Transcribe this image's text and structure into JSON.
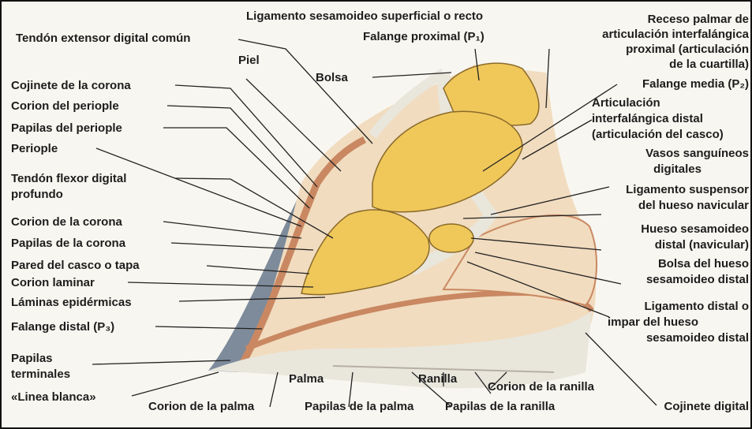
{
  "labels": {
    "lig_sesamoideo_sup": "Ligamento sesamoideo superficial o recto",
    "falange_proximal": "Falange proximal (P₁)",
    "receso_palmar_1": "Receso palmar de",
    "receso_palmar_2": "articulación interfalángica",
    "receso_palmar_3": "proximal (articulación",
    "receso_palmar_4": "de la cuartilla)",
    "tendon_extensor": "Tendón extensor digital común",
    "piel": "Piel",
    "bolsa": "Bolsa",
    "cojinete_corona": "Cojinete de la corona",
    "corion_periople": "Corion del periople",
    "papilas_periople": "Papilas del periople",
    "periople": "Periople",
    "tendon_flexor_1": "Tendón flexor digital",
    "tendon_flexor_2": "profundo",
    "corion_corona": "Corion de la corona",
    "papilas_corona": "Papilas de la corona",
    "pared_casco": "Pared del casco o tapa",
    "corion_laminar": "Corion laminar",
    "laminas_epidermicas": "Láminas epidérmicas",
    "falange_distal": "Falange distal (P₃)",
    "papilas_terminales_1": "Papilas",
    "papilas_terminales_2": "terminales",
    "linea_blanca": "«Linea blanca»",
    "falange_media": "Falange media (P₂)",
    "art_interfalangica_1": "Articulación",
    "art_interfalangica_2": "interfalángica distal",
    "art_interfalangica_3": "(articulación del casco)",
    "vasos_1": "Vasos sanguíneos",
    "vasos_2": "digitales",
    "lig_suspensor_1": "Ligamento suspensor",
    "lig_suspensor_2": "del hueso navicular",
    "hueso_sesamoideo_1": "Hueso sesamoideo",
    "hueso_sesamoideo_2": "distal (navicular)",
    "bolsa_hueso_1": "Bolsa del hueso",
    "bolsa_hueso_2": "sesamoideo distal",
    "lig_distal_1": "Ligamento distal o",
    "lig_distal_2": "impar del hueso",
    "lig_distal_3": "sesamoideo distal",
    "palma": "Palma",
    "ranilla": "Ranilla",
    "corion_ranilla": "Corion de la ranilla",
    "corion_palma": "Corion de la palma",
    "papilas_palma": "Papilas de la palma",
    "papilas_ranilla": "Papilas de la ranilla",
    "cojinete_digital": "Cojinete digital"
  },
  "colors": {
    "bone": "#f0c85a",
    "marrow": "#e6b040",
    "hoof_wall": "#6f8091",
    "corium": "#c98862",
    "tendon": "#e9e6dc",
    "cushion": "#f1dcbf"
  }
}
